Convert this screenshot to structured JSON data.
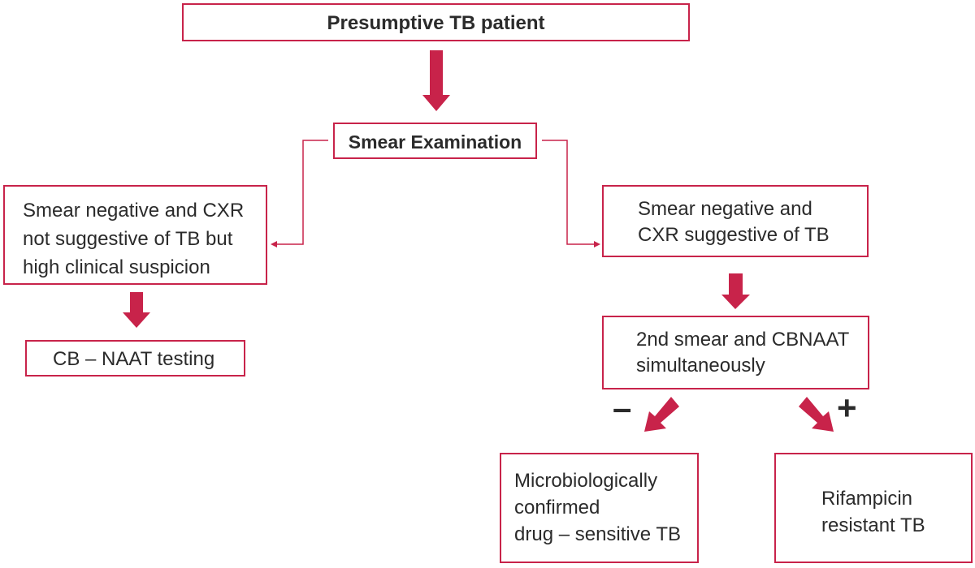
{
  "diagram": {
    "nodes": {
      "presumptive": "Presumptive TB patient",
      "smear_exam": "Smear Examination",
      "left_branch": "Smear negative and CXR\nnot suggestive of TB but\nhigh clinical suspicion",
      "right_branch": "Smear negative and\nCXR suggestive of TB",
      "cbnaat_testing": "CB – NAAT testing",
      "second_smear": "2nd smear and CBNAAT\nsimultaneously",
      "micro_confirmed": "Microbiologically\nconfirmed\ndrug – sensitive TB",
      "rif_resistant": "Rifampicin\nresistant TB"
    },
    "signs": {
      "negative": "–",
      "positive": "+"
    },
    "colors": {
      "accent": "#c8234a",
      "text": "#2b2b2b"
    }
  }
}
